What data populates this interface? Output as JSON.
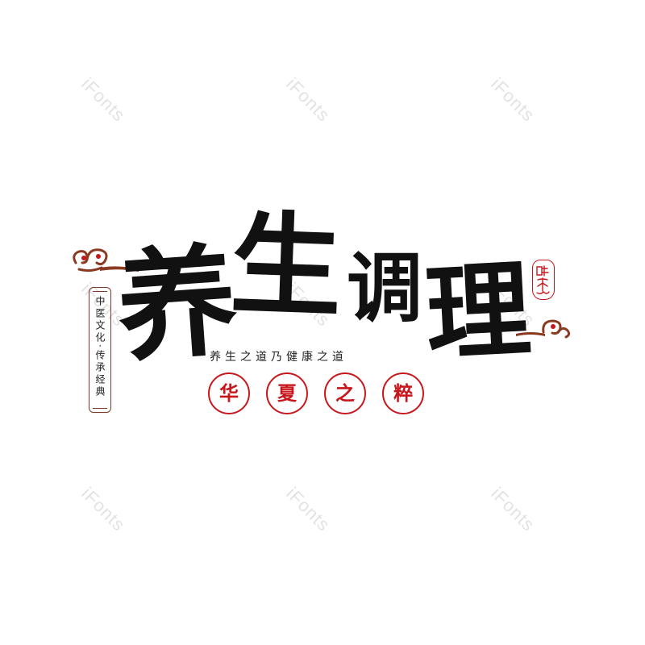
{
  "watermark": "iFonts",
  "title": {
    "char1": "养",
    "char2": "生",
    "char3": "调",
    "char4": "理"
  },
  "subtitle": "养生之道乃健康之道",
  "circles": [
    "华",
    "夏",
    "之",
    "粹"
  ],
  "side_tag": "中医文化·传承经典",
  "colors": {
    "ink": "#111111",
    "red": "#c8161d",
    "brown": "#8b3a22",
    "watermark": "#e3e3e3"
  }
}
